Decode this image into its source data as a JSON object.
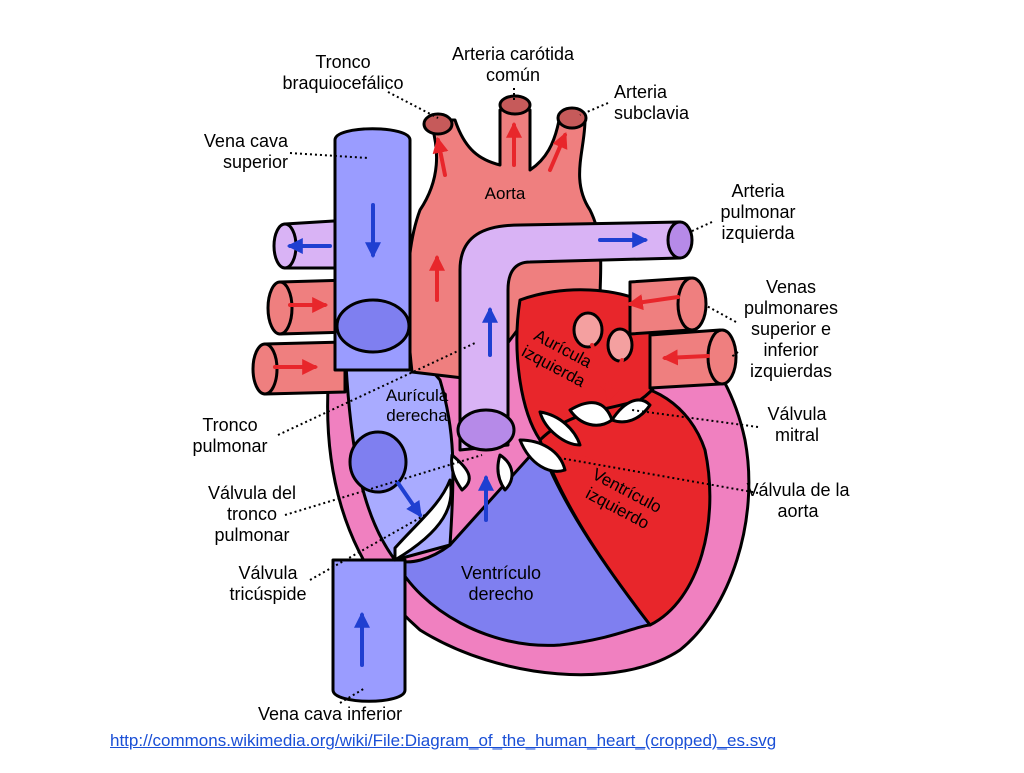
{
  "diagram": {
    "labels": {
      "tronco_braquiocefalico": "Tronco braquiocefálico",
      "arteria_carotida_comun": "Arteria carótida común",
      "arteria_subclavia": "Arteria subclavia",
      "vena_cava_superior": "Vena cava superior",
      "aorta": "Aorta",
      "arteria_pulmonar_izquierda": "Arteria pulmonar izquierda",
      "venas_pulmonares": "Venas pulmonares superior e inferior izquierdas",
      "auricula_izquierda": "Aurícula izquierda",
      "auricula_derecha": "Aurícula derecha",
      "valvula_mitral": "Válvula mitral",
      "tronco_pulmonar": "Tronco pulmonar",
      "valvula_aorta": "Válvula de la aorta",
      "ventriculo_izquierdo": "Ventrículo izquierdo",
      "valvula_tronco_pulmonar": "Válvula del tronco pulmonar",
      "valvula_tricuspide": "Válvula tricúspide",
      "ventriculo_derecho": "Ventrículo derecho",
      "vena_cava_inferior": "Vena cava inferior"
    },
    "source_url": "http://commons.wikimedia.org/wiki/File:Diagram_of_the_human_heart_(cropped)_es.svg"
  },
  "colors": {
    "oxygen_poor": "#9a9cff",
    "oxygen_rich": "#ef7f7f",
    "pulmonary": "#d9b3f5",
    "heart_wall": "#f080c0",
    "left_chamber": "#e8262b",
    "arrow_red": "#e8262b",
    "arrow_blue": "#1f3fd1",
    "link": "#1a4fd6"
  }
}
